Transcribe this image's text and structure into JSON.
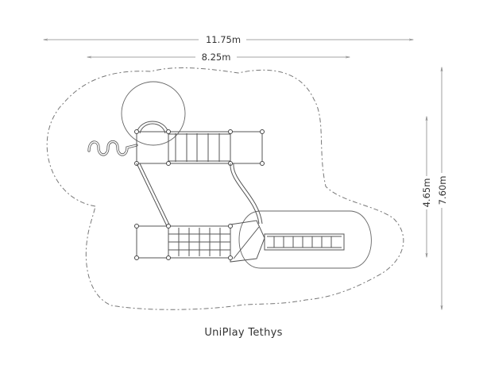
{
  "dimensions": {
    "overall_width": "11.75m",
    "structure_width": "8.25m",
    "structure_depth": "4.65m",
    "overall_depth": "7.60m"
  },
  "caption": "UniPlay Tethys",
  "colors": {
    "line": "#555555",
    "dim": "#888888"
  }
}
